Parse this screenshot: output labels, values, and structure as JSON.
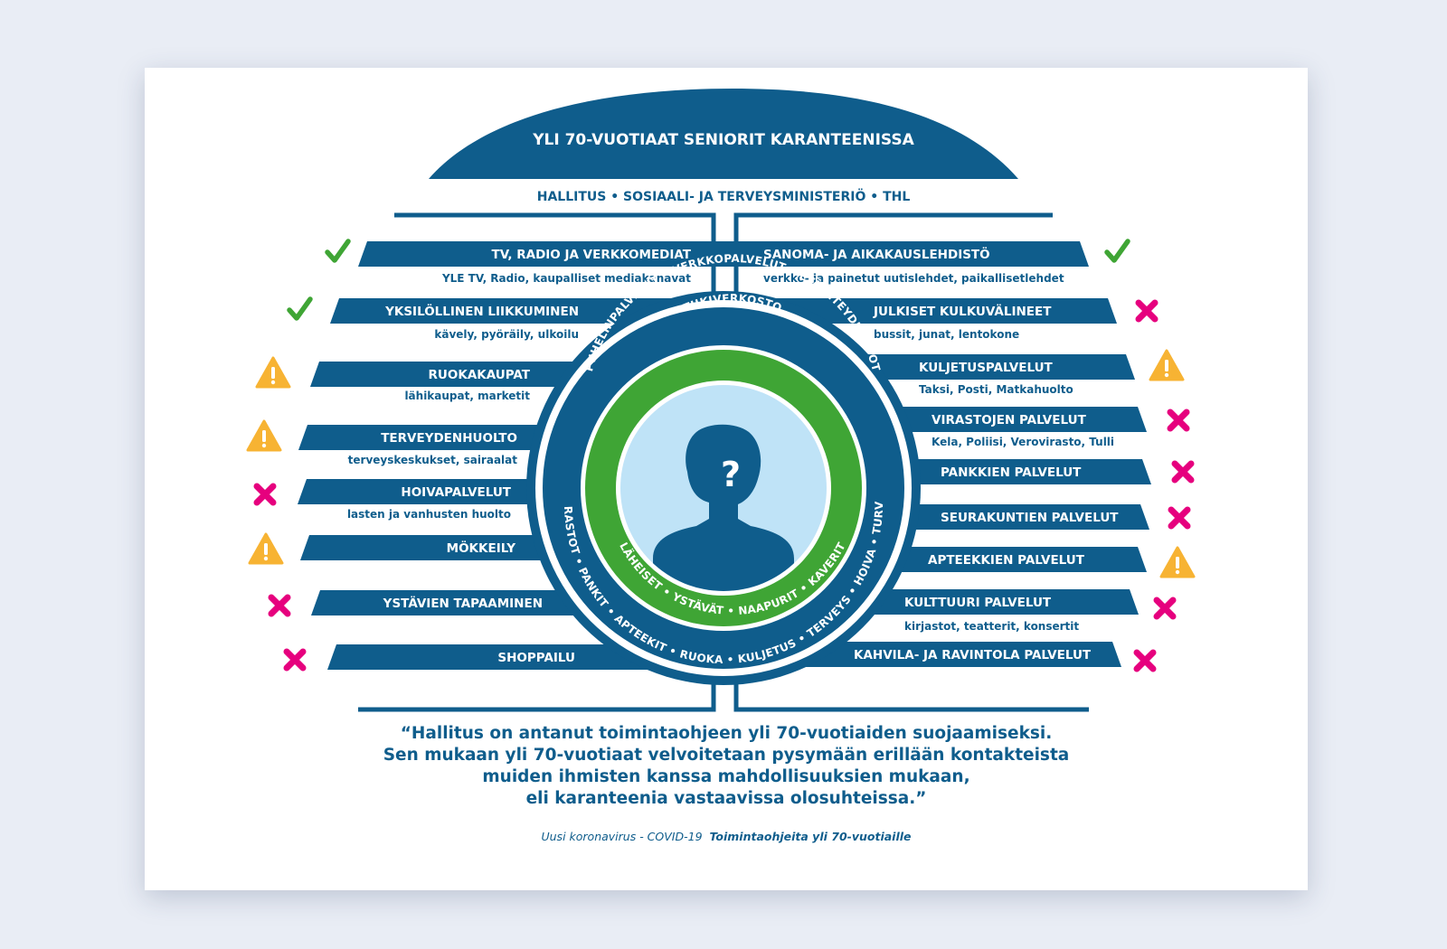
{
  "header": {
    "title": "YLI 70-VUOTIAAT SENIORIT KARANTEENISSA",
    "authorities": "HALLITUS • SOSIAALI- JA TERVEYSMINISTERIÖ • THL"
  },
  "left_items": [
    {
      "title": "TV, RADIO JA VERKKOMEDIAT",
      "subtitle": "YLE TV, Radio, kaupalliset mediakanavat",
      "status": "ok"
    },
    {
      "title": "YKSILÖLLINEN LIIKKUMINEN",
      "subtitle": "kävely, pyöräily, ulkoilu",
      "status": "ok"
    },
    {
      "title": "RUOKAKAUPAT",
      "subtitle": "lähikaupat, marketit",
      "status": "warning"
    },
    {
      "title": "TERVEYDENHUOLTO",
      "subtitle": "terveyskeskukset, sairaalat",
      "status": "warning"
    },
    {
      "title": "HOIVAPALVELUT",
      "subtitle": "lasten ja vanhusten huolto",
      "status": "blocked"
    },
    {
      "title": "MÖKKEILY",
      "subtitle": "",
      "status": "warning"
    },
    {
      "title": "YSTÄVIEN TAPAAMINEN",
      "subtitle": "",
      "status": "blocked"
    },
    {
      "title": "SHOPPAILU",
      "subtitle": "",
      "status": "blocked"
    }
  ],
  "right_items": [
    {
      "title": "SANOMA- JA AIKAKAUSLEHDISTÖ",
      "subtitle": "verkko- ja painetut uutislehdet, paikallisetlehdet",
      "status": "ok"
    },
    {
      "title": "JULKISET KULKUVÄLINEET",
      "subtitle": "bussit, junat, lentokone",
      "status": "blocked"
    },
    {
      "title": "KULJETUSPALVELUT",
      "subtitle": "Taksi, Posti, Matkahuolto",
      "status": "warning"
    },
    {
      "title": "VIRASTOJEN PALVELUT",
      "subtitle": "Kela, Poliisi, Verovirasto, Tulli",
      "status": "blocked"
    },
    {
      "title": "PANKKIEN  PALVELUT",
      "subtitle": "",
      "status": "blocked"
    },
    {
      "title": "SEURAKUNTIEN PALVELUT",
      "subtitle": "",
      "status": "blocked"
    },
    {
      "title": "APTEEKKIEN PALVELUT",
      "subtitle": "",
      "status": "warning"
    },
    {
      "title": "KULTTUURI PALVELUT",
      "subtitle": "kirjastot, teatterit, konsertit",
      "status": "blocked"
    },
    {
      "title": "KAHVILA- JA RAVINTOLA PALVELUT",
      "subtitle": "",
      "status": "blocked"
    }
  ],
  "ring_outer_top": "PUHELINPALVELUT • VERKKOPALVELUT • ETÄYHTEYDENOTOT",
  "ring_outer_bottom": "VIRASTOT • PANKIT • APTEEKIT • RUOKA • KULJETUS • TERVEYS • HOIVA • TURVA",
  "ring_inner_top": "TUKIVERKOSTO",
  "ring_inner_bottom": "LÄHEISET • YSTÄVÄT • NAAPURIT • KAVERIT",
  "center_symbol": "?",
  "quote_lines": [
    "“Hallitus on antanut toimintaohjeen yli 70-vuotiaiden suojaamiseksi.",
    "Sen mukaan yli 70-vuotiaat velvoitetaan pysymään erillään kontakteista",
    "muiden ihmisten kanssa mahdollisuuksien mukaan,",
    "eli karanteenia vastaavissa olosuhteissa.”"
  ],
  "source": {
    "prefix": "Uusi koronavirus - COVID-19",
    "title": "Toimintaohjeita yli 70-vuotiaille"
  },
  "colors": {
    "navy": "#0f5d8c",
    "green": "#3fa535",
    "light_blue": "#bfe3f7",
    "check_green": "#3fa535",
    "warning_orange": "#f7b333",
    "cross_magenta": "#e6007e",
    "background": "#e9edf5"
  },
  "icons": {
    "ok": "checkmark-icon",
    "warning": "warning-triangle-icon",
    "blocked": "cross-icon",
    "person": "person-silhouette-icon"
  }
}
